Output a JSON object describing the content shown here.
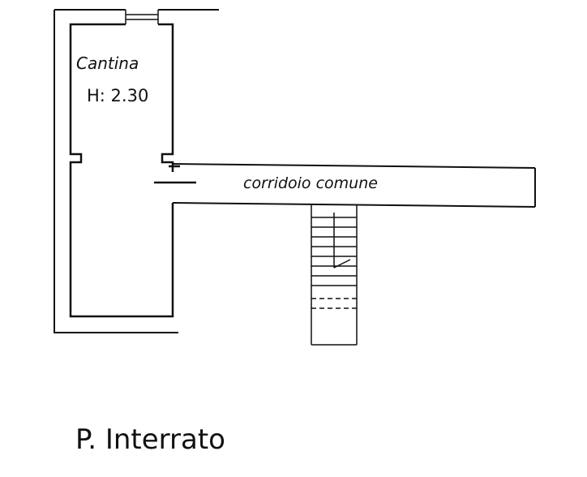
{
  "rooms": {
    "cantina": {
      "label": "Cantina",
      "height": "H: 2.30"
    },
    "corridor": {
      "label": "corridoio comune"
    }
  },
  "plan_title": "P. Interrato",
  "colors": {
    "ink": "#111111",
    "paper": "#ffffff"
  }
}
